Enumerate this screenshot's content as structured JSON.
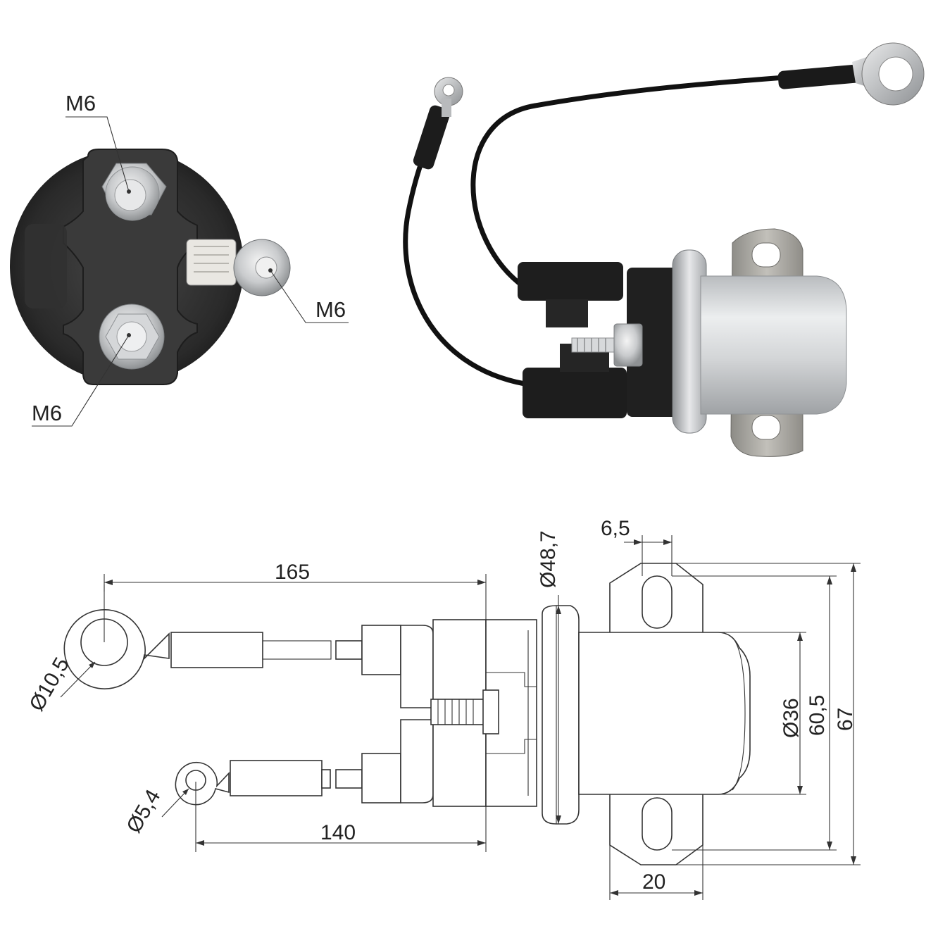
{
  "photo_end_view": {
    "labels": {
      "top_stud": "M6",
      "side_stud": "M6",
      "bottom_stud": "M6"
    }
  },
  "drawing": {
    "dimensions": {
      "lead_long_length": "165",
      "lead_short_length": "140",
      "flange_diameter": "Ø48,7",
      "slot_width": "6,5",
      "body_diameter": "Ø36",
      "slot_span": "60,5",
      "overall_height": "67",
      "bracket_width": "20",
      "ring_large_diameter": "Ø10,5",
      "ring_small_diameter": "Ø5,4"
    }
  },
  "colors": {
    "rubber": "#2b2b2b",
    "metal": "#cfd2d5",
    "wire": "#111111",
    "line": "#333333"
  }
}
